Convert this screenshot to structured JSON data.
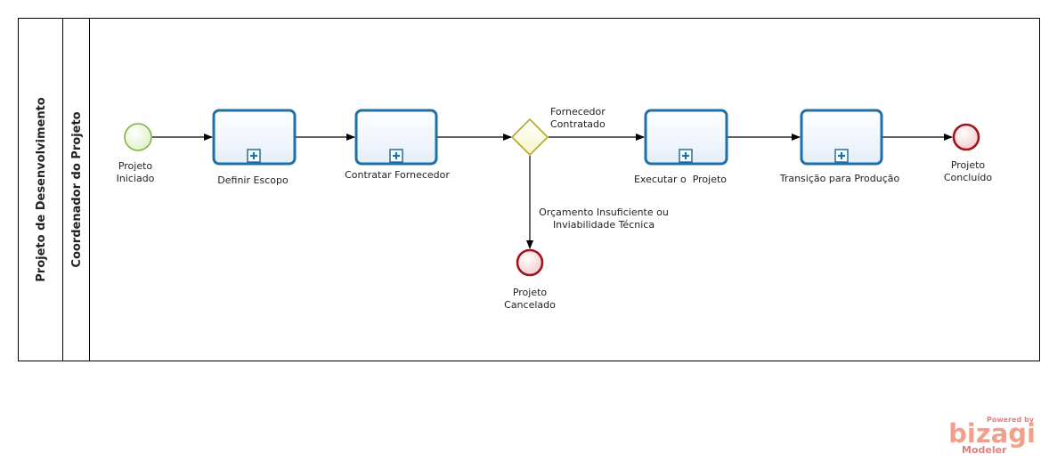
{
  "pool": {
    "label": "Projeto de Desenvolvimento"
  },
  "lane": {
    "label": "Coordenador do Projeto"
  },
  "events": {
    "start": {
      "line1": "Projeto",
      "line2": "Iniciado"
    },
    "end_done": {
      "line1": "Projeto",
      "line2": "Concluído"
    },
    "end_cancel": {
      "line1": "Projeto",
      "line2": "Cancelado"
    }
  },
  "tasks": {
    "t1": "Definir Escopo",
    "t2": "Contratar Fornecedor",
    "t3": "Executar o  Projeto",
    "t4": "Transição para Produção"
  },
  "gateway_flows": {
    "yes": {
      "line1": "Fornecedor",
      "line2": "Contratado"
    },
    "no": {
      "line1": "Orçamento Insuficiente ou",
      "line2": "Inviabilidade Técnica"
    }
  },
  "logo": {
    "top": "Powered by",
    "main": "bizagi",
    "sub": "Modeler"
  },
  "colors": {
    "task_stroke": "#1f6fa8",
    "start_stroke": "#7cb342",
    "end_stroke": "#a0141e",
    "gateway_stroke": "#b5a82a",
    "logo": "#f2a08c"
  }
}
